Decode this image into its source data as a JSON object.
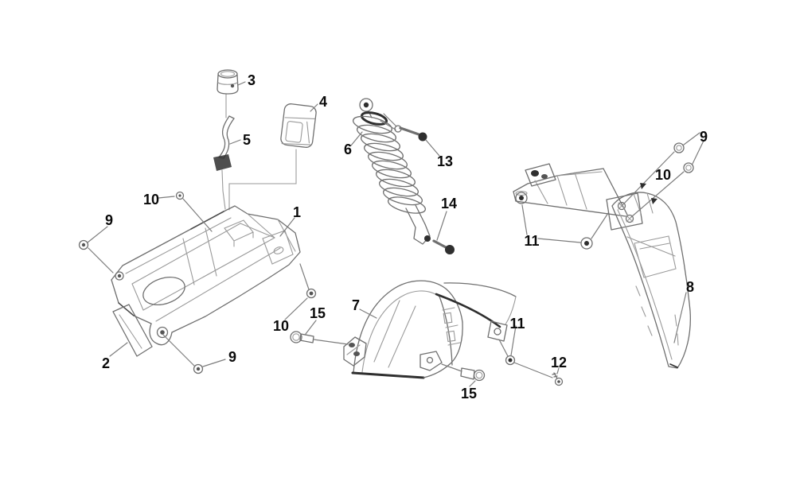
{
  "image": {
    "background": "#ffffff",
    "line_color": "#6f6f6f",
    "dark_line_color": "#2f2f2f",
    "label_color": "#0a0a0a"
  },
  "callouts": [
    "3",
    "4",
    "5",
    "1",
    "9",
    "10",
    "2",
    "9",
    "10",
    "15",
    "7",
    "6",
    "13",
    "14",
    "15",
    "11",
    "12",
    "11",
    "9",
    "10",
    "8"
  ]
}
